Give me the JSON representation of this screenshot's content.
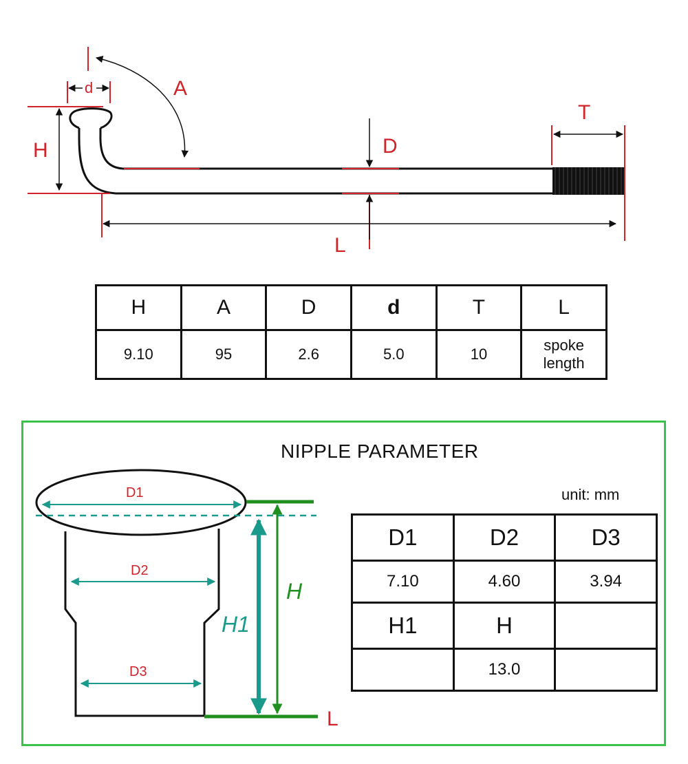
{
  "spoke_diagram": {
    "labels": {
      "A": "A",
      "d": "d",
      "H": "H",
      "D": "D",
      "T": "T",
      "L": "L"
    }
  },
  "spoke_table": {
    "headers": [
      "H",
      "A",
      "D",
      "d",
      "T",
      "L"
    ],
    "values": [
      "9.10",
      "95",
      "2.6",
      "5.0",
      "10",
      "spoke length"
    ]
  },
  "nipple": {
    "title": "NIPPLE PARAMETER",
    "unit": "unit: mm",
    "diagram_labels": {
      "D1": "D1",
      "D2": "D2",
      "D3": "D3",
      "H1": "H1",
      "H": "H",
      "L": "L"
    },
    "table": {
      "row1_headers": [
        "D1",
        "D2",
        "D3"
      ],
      "row1_values": [
        "7.10",
        "4.60",
        "3.94"
      ],
      "row2_headers": [
        "H1",
        "H",
        ""
      ],
      "row2_values": [
        "",
        "13.0",
        ""
      ]
    }
  },
  "colors": {
    "red_label": "#d0232a",
    "teal": "#1a9a8a",
    "green": "#1f8f1f",
    "panel_border": "#3cc24a"
  }
}
